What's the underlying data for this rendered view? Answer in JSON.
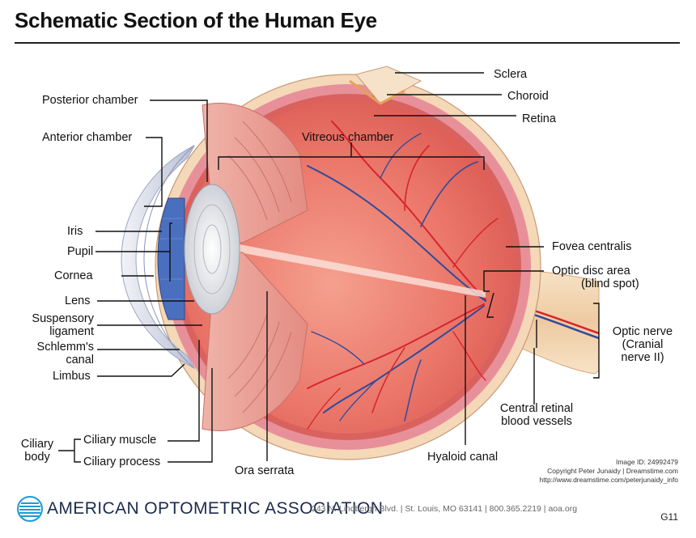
{
  "title": "Schematic Section of the Human Eye",
  "labels": {
    "sclera": "Sclera",
    "choroid": "Choroid",
    "retina": "Retina",
    "posterior_chamber": "Posterior chamber",
    "anterior_chamber": "Anterior chamber",
    "vitreous_chamber": "Vitreous chamber",
    "iris": "Iris",
    "pupil": "Pupil",
    "cornea": "Cornea",
    "lens": "Lens",
    "suspensory_ligament_1": "Suspensory",
    "suspensory_ligament_2": "ligament",
    "schlemms_canal_1": "Schlemm's",
    "schlemms_canal_2": "canal",
    "limbus": "Limbus",
    "fovea_centralis": "Fovea centralis",
    "optic_disc_1": "Optic disc area",
    "optic_disc_2": "(blind spot)",
    "optic_nerve_1": "Optic nerve",
    "optic_nerve_2": "(Cranial",
    "optic_nerve_3": "nerve II)",
    "central_retinal_1": "Central retinal",
    "central_retinal_2": "blood vessels",
    "ciliary_body_1": "Ciliary",
    "ciliary_body_2": "body",
    "ciliary_muscle": "Ciliary muscle",
    "ciliary_process": "Ciliary process",
    "ora_serrata": "Ora serrata",
    "hyaloid_canal": "Hyaloid canal"
  },
  "credit": {
    "line1": "Image ID: 24992479",
    "line2": "Copyright Peter Junaidy | Dreamstime.com",
    "line3": "http://www.dreamstime.com/peterjunaidy_info"
  },
  "footer": {
    "organization": "AMERICAN OPTOMETRIC ASSOCIATION",
    "address": "243 N. Lindbergh Blvd. | St. Louis, MO 63141 | 800.365.2219 | aoa.org",
    "code": "G11"
  },
  "colors": {
    "sclera": "#f4d8b8",
    "choroid": "#e8909a",
    "retina": "#d9625e",
    "vitreous": "#e8736a",
    "iris": "#4a6fbf",
    "lens": "#e4e6ea",
    "cornea": "#c9cdde",
    "artery": "#d8242a",
    "vein": "#2f4b9c",
    "brand": "#1c2a4d",
    "logo_blue": "#1f9ad6"
  }
}
